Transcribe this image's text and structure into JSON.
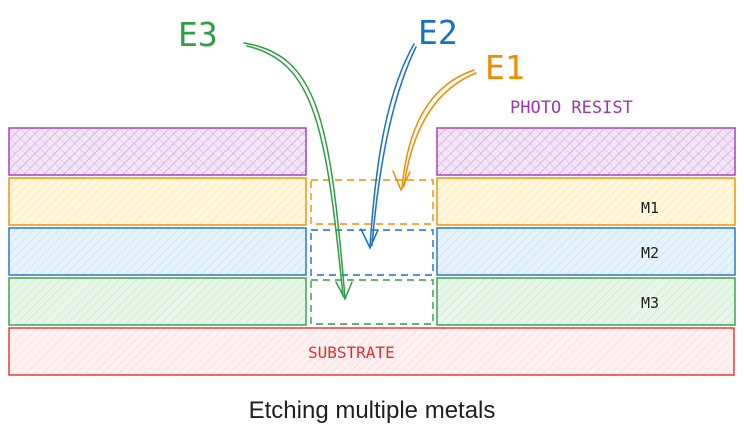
{
  "diagram": {
    "arrow_labels": {
      "e3": "E3",
      "e2": "E2",
      "e1": "E1"
    },
    "layer_labels": {
      "photo_resist": "PHOTO RESIST",
      "m1": "M1",
      "m2": "M2",
      "m3": "M3",
      "substrate": "SUBSTRATE"
    },
    "caption": "Etching multiple metals",
    "colors": {
      "photo_resist": "#9c36b5",
      "m1": "#f08c00",
      "m2": "#1971c2",
      "m3": "#2f9e44",
      "substrate": "#e03131",
      "caption": "#1e1e1e"
    }
  }
}
